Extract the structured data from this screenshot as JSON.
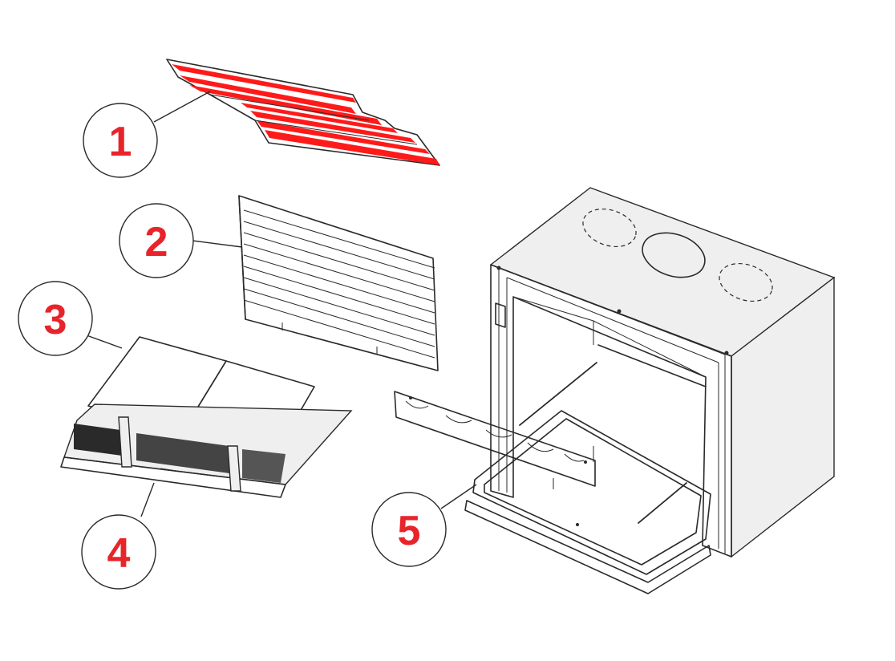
{
  "callouts": [
    {
      "id": "1",
      "label": "1"
    },
    {
      "id": "2",
      "label": "2"
    },
    {
      "id": "3",
      "label": "3"
    },
    {
      "id": "4",
      "label": "4"
    },
    {
      "id": "5",
      "label": "5"
    }
  ],
  "colors": {
    "callout_number": "#e8242b",
    "highlight_part": "#ff1a1a",
    "line_art": "#2a2a2a",
    "background": "#ffffff"
  }
}
